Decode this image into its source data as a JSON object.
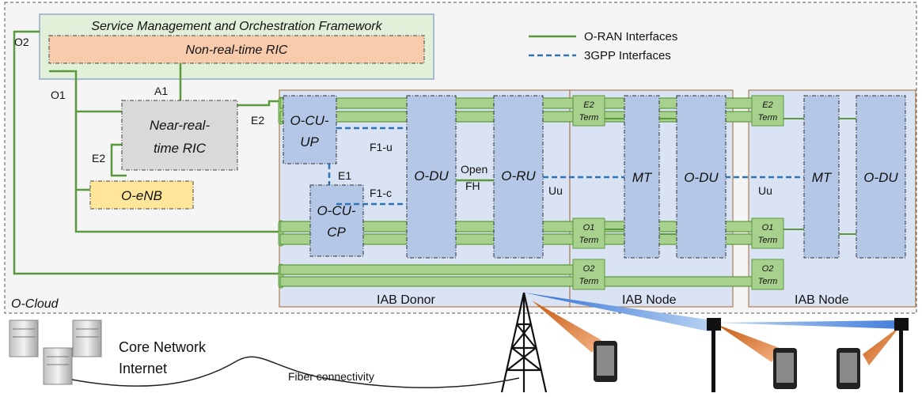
{
  "smo": {
    "title": "Service Management and Orchestration Framework"
  },
  "nonrt_ric": {
    "label": "Non-real-time RIC"
  },
  "nearrt_ric": {
    "line1": "Near-real-",
    "line2": "time RIC"
  },
  "oenb": {
    "label": "O-eNB"
  },
  "legend": {
    "oran": "O-RAN Interfaces",
    "gpp": "3GPP Interfaces"
  },
  "interfaces": {
    "o2": "O2",
    "o1": "O1",
    "a1": "A1",
    "e2_left": "E2",
    "e2_right": "E2",
    "f1u": "F1-u",
    "f1c": "F1-c",
    "e1": "E1",
    "open": "Open",
    "fh": "FH",
    "uu1": "Uu",
    "uu2": "Uu"
  },
  "donor": {
    "cu_up_line1": "O-CU-",
    "cu_up_line2": "UP",
    "cu_cp_line1": "O-CU-",
    "cu_cp_line2": "CP",
    "du": "O-DU",
    "ru": "O-RU",
    "label": "IAB Donor"
  },
  "node1": {
    "mt": "MT",
    "du": "O-DU",
    "label": "IAB Node"
  },
  "node2": {
    "mt": "MT",
    "du": "O-DU",
    "label": "IAB Node"
  },
  "terms": {
    "e2": "E2",
    "o1": "O1",
    "o2": "O2",
    "term": "Term"
  },
  "cloud": {
    "label": "O-Cloud"
  },
  "bottom": {
    "core": "Core Network",
    "internet": "Internet",
    "fiber": "Fiber connectivity"
  },
  "colors": {
    "oran_green": "#5a9a3c",
    "gpp_blue": "#2e74b5",
    "box_blue": "#b4c7e7",
    "smo_green": "#e2f0d9",
    "nonrt_orange": "#f8cbad",
    "oenb_yellow": "#ffe699",
    "term_green": "#a9d18e"
  }
}
